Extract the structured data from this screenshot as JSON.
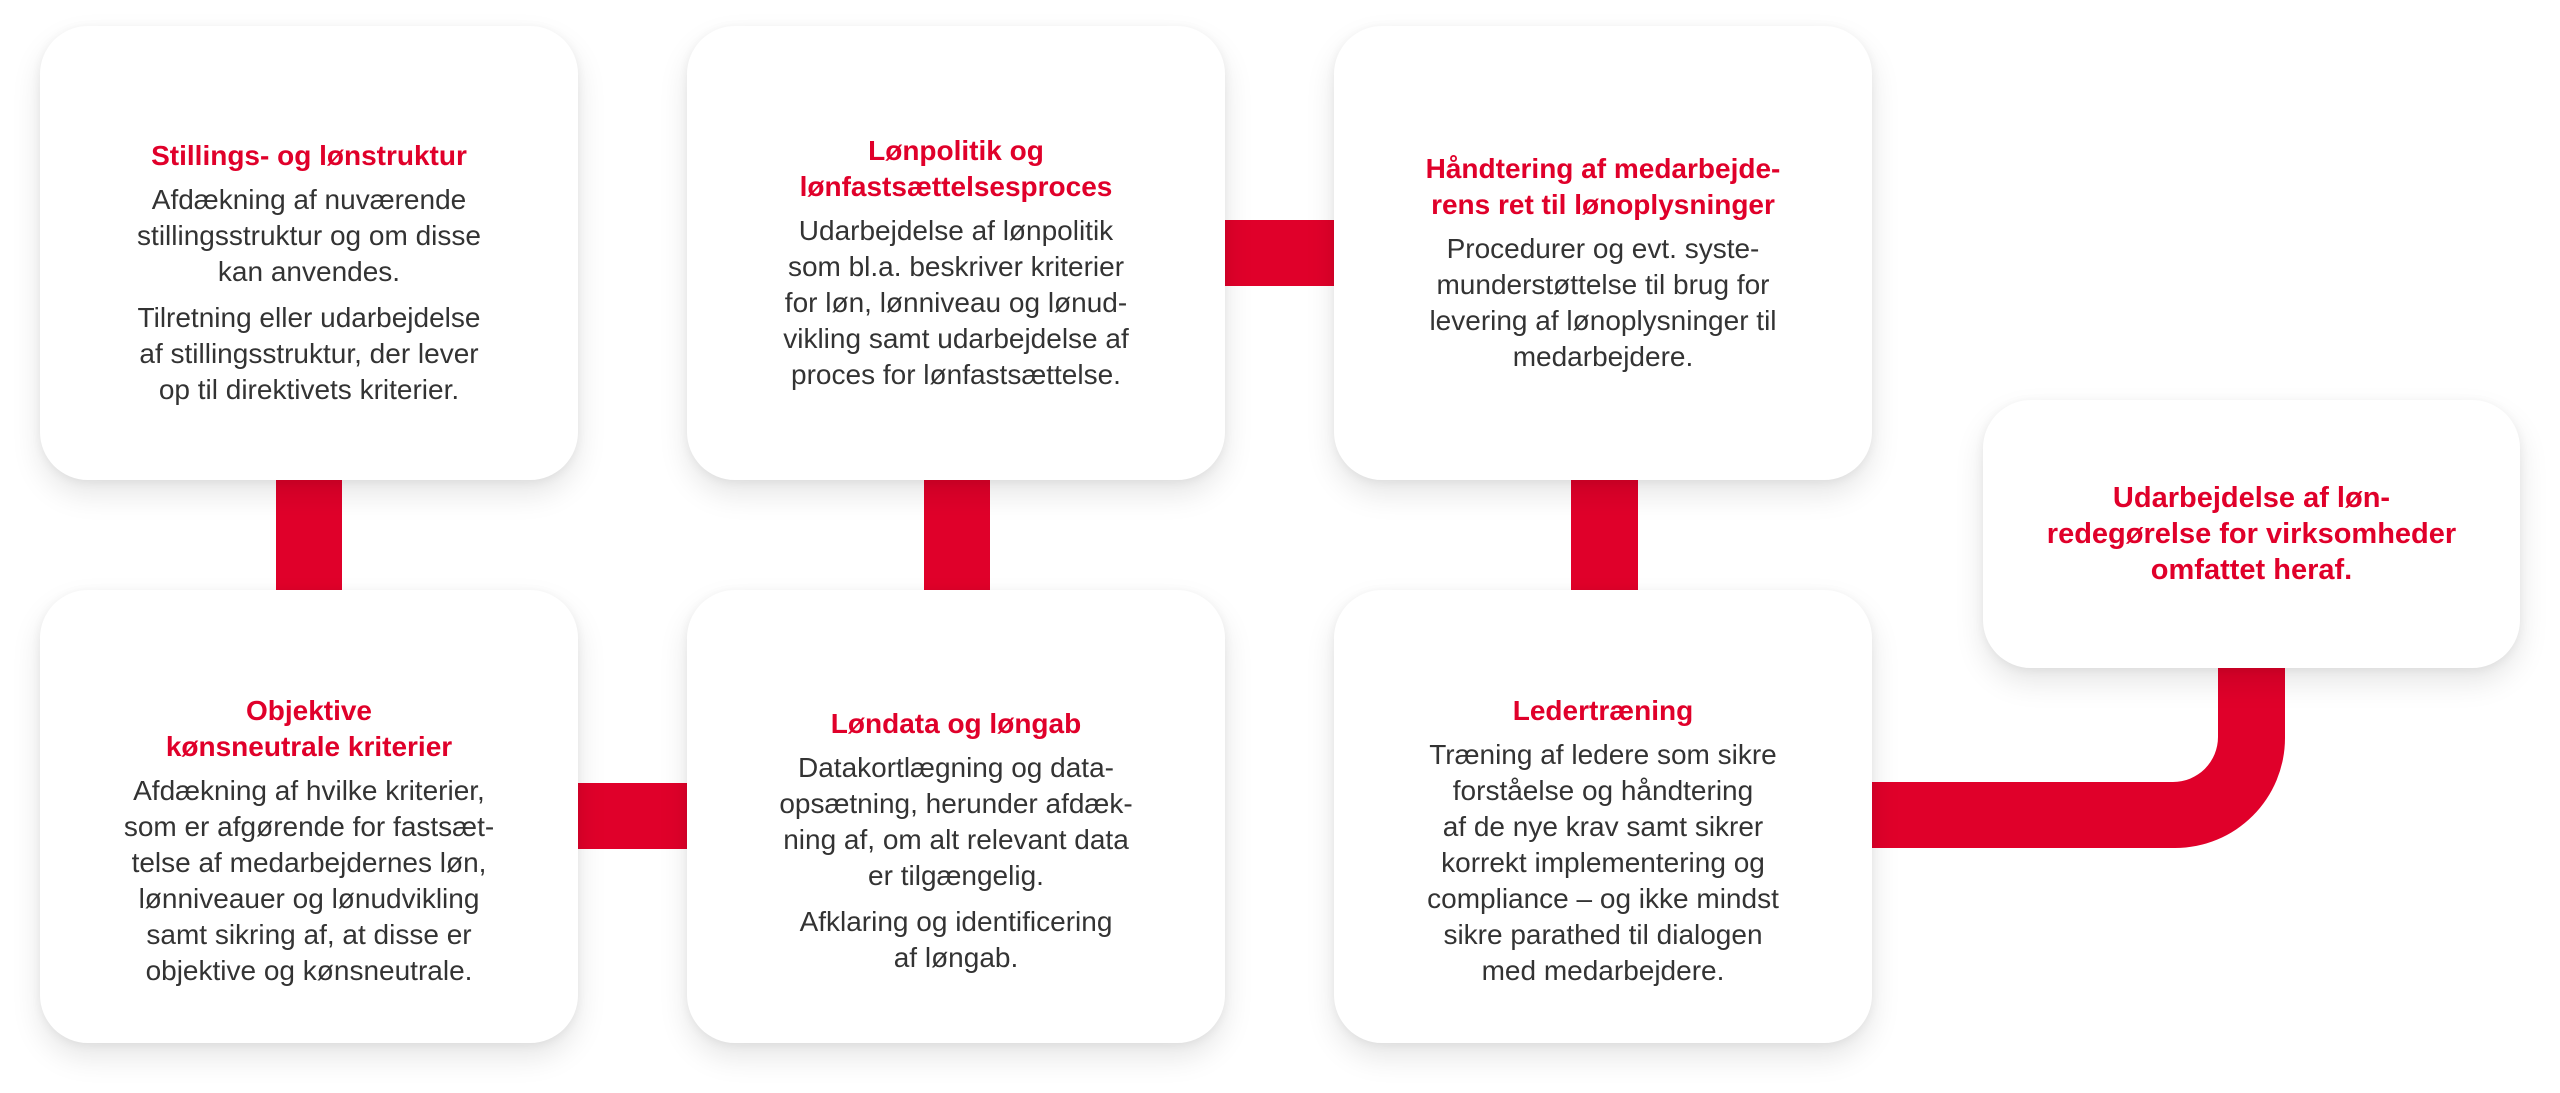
{
  "colors": {
    "accent": "#e0002a",
    "body_text": "#333333",
    "card_bg": "#ffffff",
    "page_bg": "#ffffff"
  },
  "steps": [
    {
      "id": "stillings-og-lonstruktur",
      "title": "Stillings- og lønstruktur",
      "paragraphs": [
        "Afdækning af nuværende\nstillingsstruktur og om disse\nkan anvendes.",
        "Tilretning eller udarbejdelse\naf stillingsstruktur, der lever\nop til direktivets kriterier."
      ]
    },
    {
      "id": "lonpolitik",
      "title": "Lønpolitik og\nlønfastsættelsesproces",
      "paragraphs": [
        "Udarbejdelse af lønpolitik\nsom bl.a. beskriver kriterier\nfor løn, lønniveau og lønud-\nvikling samt udarbejdelse af\nproces for lønfastsættelse."
      ]
    },
    {
      "id": "handtering-lonoplysninger",
      "title": "Håndtering af medarbejde-\nrens ret til lønoplysninger",
      "paragraphs": [
        "Procedurer og evt. syste-\nmunderstøttelse til brug for\nlevering af lønoplysninger til\nmedarbejdere."
      ]
    },
    {
      "id": "lonredegorelse",
      "title": "Udarbejdelse af løn-\nredegørelse for virksomheder\nomfattet heraf.",
      "paragraphs": []
    },
    {
      "id": "objektive-kriterier",
      "title": "Objektive\nkønsneutrale kriterier",
      "paragraphs": [
        "Afdækning af hvilke kriterier,\nsom er afgørende for fastsæt-\ntelse af  medarbejdernes løn,\nlønniveauer og lønudvikling\nsamt sikring af, at disse er\nobjektive og kønsneutrale."
      ]
    },
    {
      "id": "londata-longab",
      "title": "Løndata og løngab",
      "paragraphs": [
        "Datakortlægning og data-\nopsætning, herunder afdæk-\nning af, om alt relevant data\ner tilgængelig.",
        "Afklaring og identificering\naf løngab."
      ]
    },
    {
      "id": "ledertraening",
      "title": "Ledertræning",
      "paragraphs": [
        "Træning af ledere som sikre\nforståelse og håndtering\naf de nye krav samt sikrer\nkorrekt implementering og\ncompliance – og ikke mindst\nsikre parathed til dialogen\nmed medarbejdere."
      ]
    }
  ],
  "flow": [
    {
      "from": "stillings-og-lonstruktur",
      "to": "objektive-kriterier",
      "direction": "down"
    },
    {
      "from": "objektive-kriterier",
      "to": "londata-longab",
      "direction": "right"
    },
    {
      "from": "londata-longab",
      "to": "lonpolitik",
      "direction": "up"
    },
    {
      "from": "lonpolitik",
      "to": "handtering-lonoplysninger",
      "direction": "right"
    },
    {
      "from": "handtering-lonoplysninger",
      "to": "ledertraening",
      "direction": "down"
    },
    {
      "from": "ledertraening",
      "to": "lonredegorelse",
      "direction": "right-then-up"
    }
  ]
}
